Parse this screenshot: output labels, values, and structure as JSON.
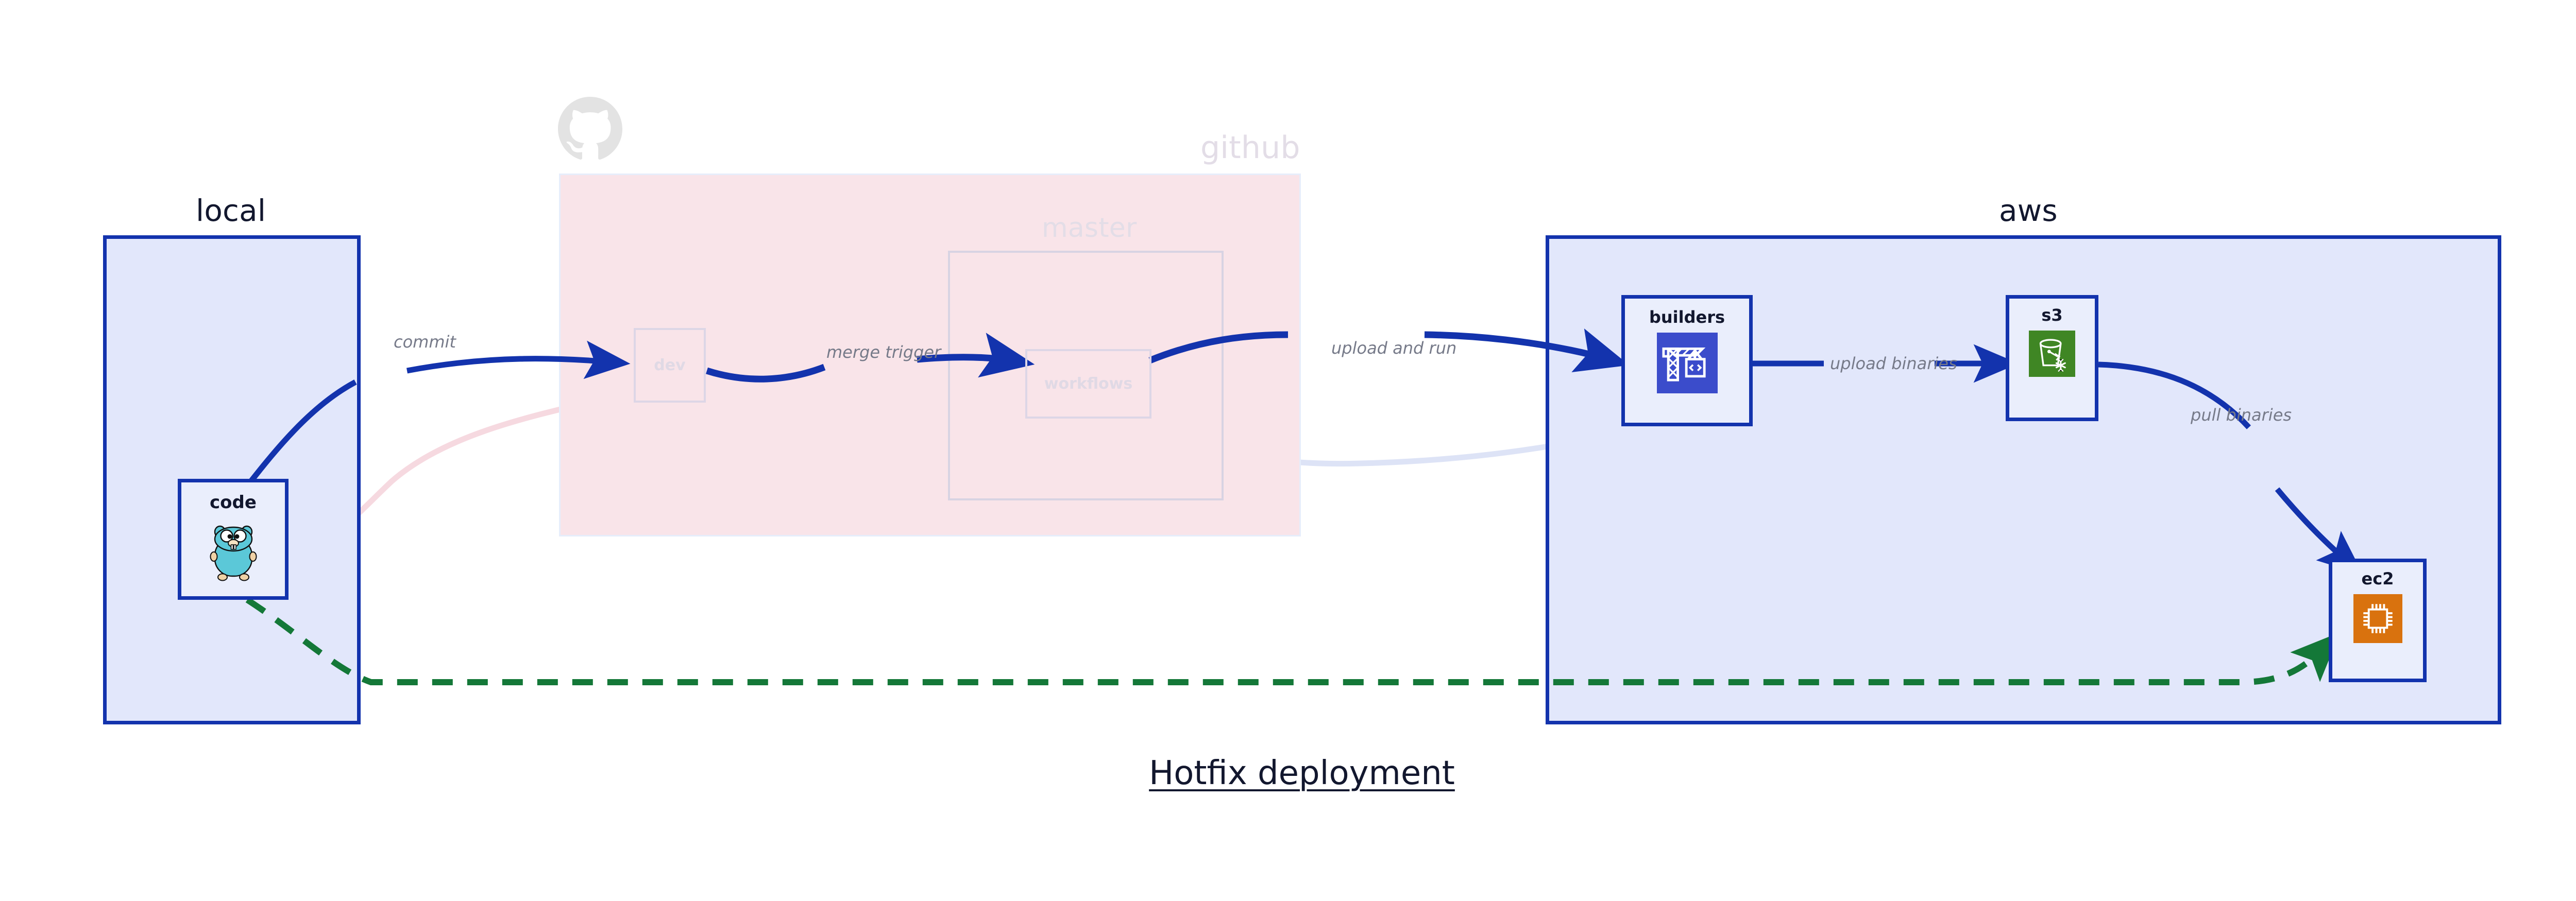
{
  "diagram": {
    "caption": "Hotfix deployment",
    "accent_blue": "#1333ad",
    "group_fill_blue": "#e2e7fb",
    "group_fill_pink": "#f9e4e9",
    "node_fill": "#eaeefc",
    "label_gray": "#767a89",
    "ghost_gray": "#e0d9e5",
    "green_dash": "#147838"
  },
  "groups": [
    {
      "id": "local",
      "title": "local",
      "faded": false
    },
    {
      "id": "github",
      "title": "github",
      "faded": true
    },
    {
      "id": "master",
      "title": "master",
      "faded": true
    },
    {
      "id": "aws",
      "title": "aws",
      "faded": false
    }
  ],
  "nodes": [
    {
      "id": "code",
      "label": "code",
      "icon": "go-gopher-icon",
      "faded": false
    },
    {
      "id": "dev",
      "label": "dev",
      "icon": "none",
      "faded": true
    },
    {
      "id": "workflows",
      "label": "workflows",
      "icon": "none",
      "faded": true
    },
    {
      "id": "builders",
      "label": "builders",
      "icon": "aws-codebuild-icon",
      "faded": false
    },
    {
      "id": "s3",
      "label": "s3",
      "icon": "aws-s3-icon",
      "faded": false
    },
    {
      "id": "ec2",
      "label": "ec2",
      "icon": "aws-ec2-icon",
      "faded": false
    }
  ],
  "edges": [
    {
      "id": "commit",
      "label": "commit",
      "from": "code",
      "to": "dev",
      "style": "solid-blue"
    },
    {
      "id": "merge-trigger",
      "label": "merge trigger",
      "from": "dev",
      "to": "workflows",
      "style": "solid-blue"
    },
    {
      "id": "upload-and-run",
      "label": "upload and run",
      "from": "workflows",
      "to": "builders",
      "style": "solid-blue"
    },
    {
      "id": "upload-binaries",
      "label": "upload binaries",
      "from": "builders",
      "to": "s3",
      "style": "solid-blue"
    },
    {
      "id": "pull-binaries",
      "label": "pull binaries",
      "from": "s3",
      "to": "ec2",
      "style": "solid-blue"
    },
    {
      "id": "hotfix-direct",
      "label": "",
      "from": "code",
      "to": "ec2",
      "style": "dashed-green"
    }
  ],
  "icons": {
    "github_mark": "github-octocat-icon"
  }
}
